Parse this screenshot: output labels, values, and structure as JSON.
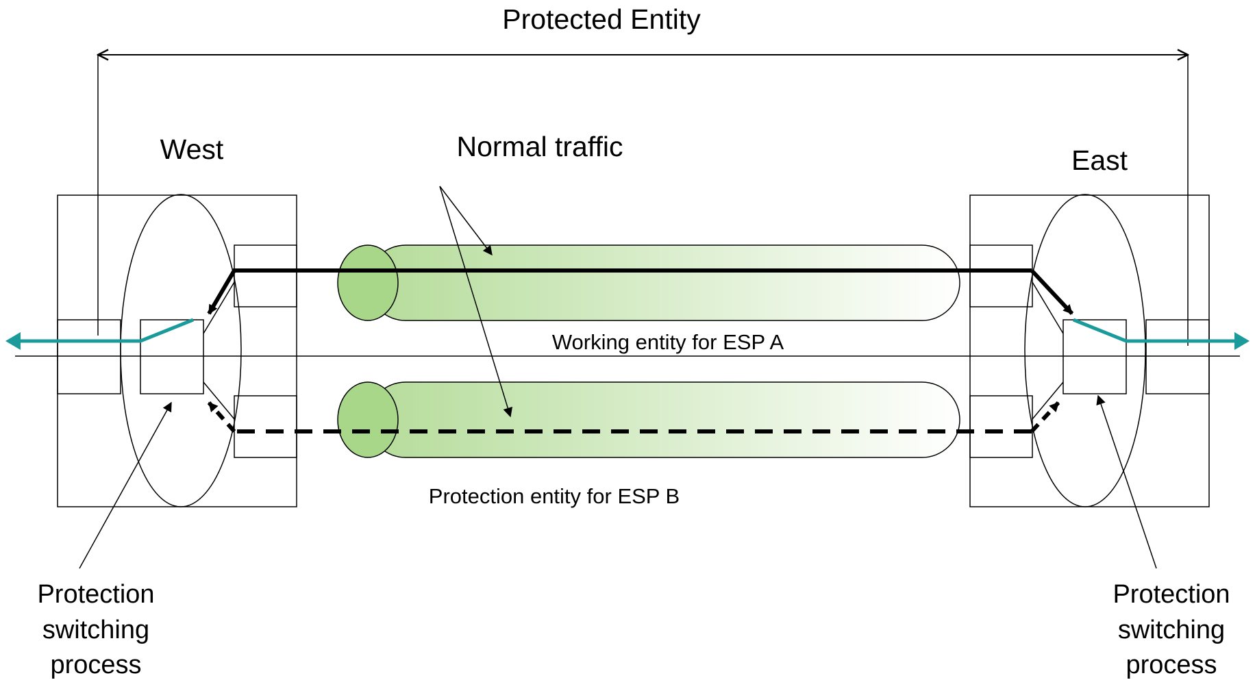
{
  "labels": {
    "protected_entity": "Protected Entity",
    "west": "West",
    "east": "East",
    "normal_traffic": "Normal traffic",
    "working_entity": "Working entity for ESP A",
    "protection_entity": "Protection entity for ESP B",
    "psp_left": [
      "Protection",
      "switching",
      "process"
    ],
    "psp_right": [
      "Protection",
      "switching",
      "process"
    ]
  },
  "colors": {
    "selector": "#1a9a9a",
    "tube_face": "#a8d78a",
    "tube_gradient_start": "#b5dc9a",
    "tube_gradient_end": "#ffffff",
    "path": "#000000"
  }
}
